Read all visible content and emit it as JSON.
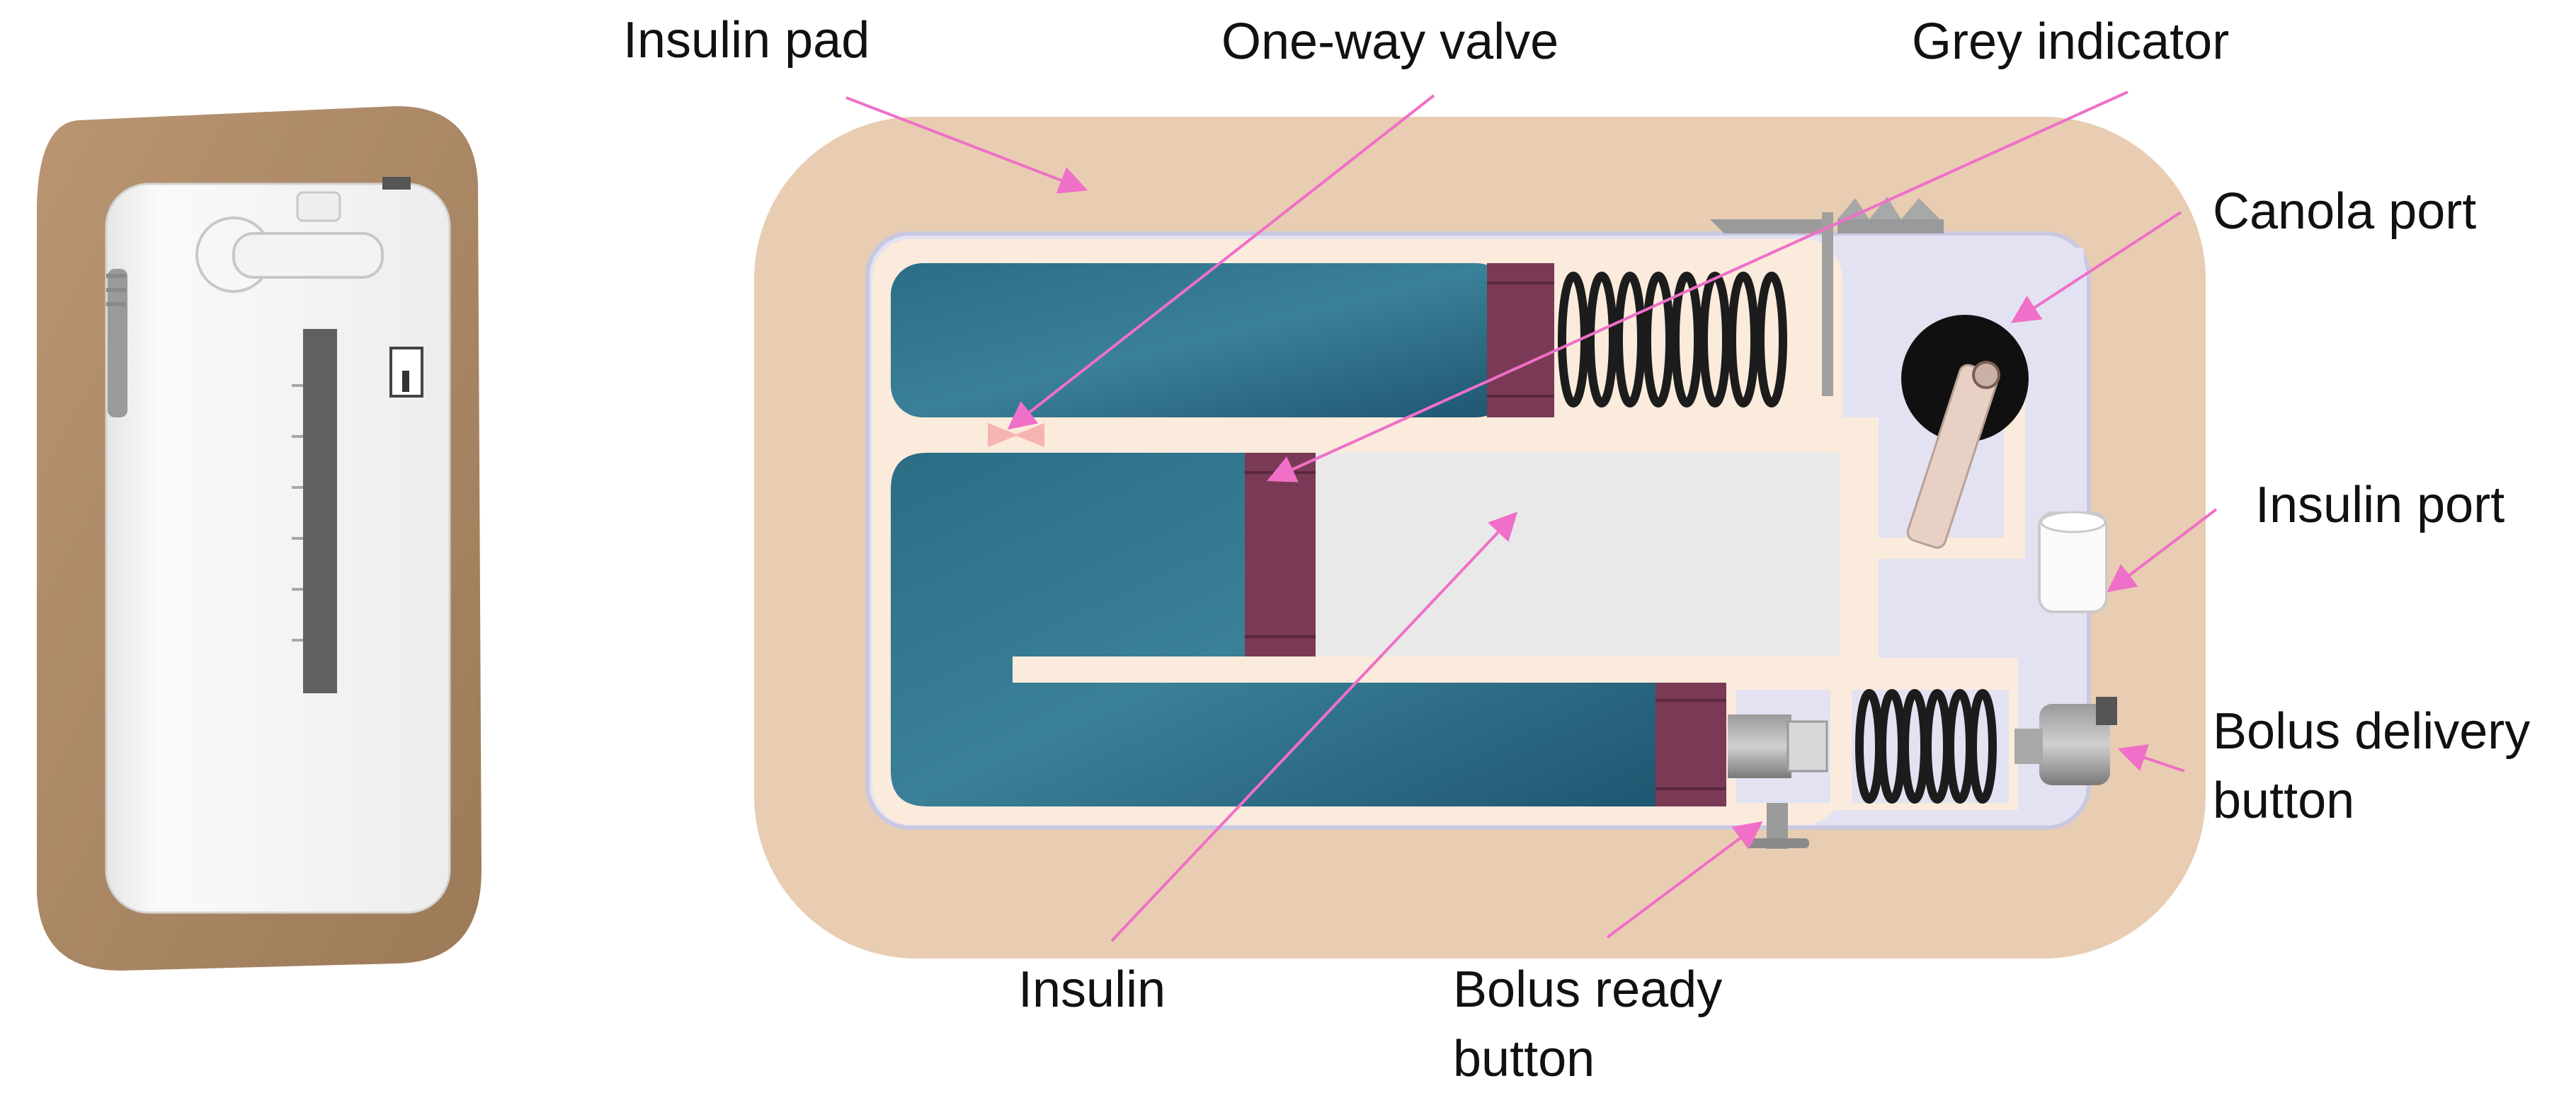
{
  "labels": {
    "insulin_pad": "Insulin pad",
    "one_way_valve": "One-way valve",
    "grey_indicator": "Grey indicator",
    "canola_port": "Canola port",
    "insulin_port": "Insulin port",
    "bolus_delivery_line1": "Bolus delivery",
    "bolus_delivery_line2": "button",
    "insulin": "Insulin",
    "bolus_ready_line1": "Bolus ready",
    "bolus_ready_line2": "button"
  },
  "colors": {
    "pad": "#E8CDB2",
    "pad_dark": "#A88462",
    "insulin_fluid": "#2E6B84",
    "frame": "#FBEBDC",
    "housing": "#E3E2F2",
    "plunger": "#7A3A56",
    "spring": "#1C1C1C",
    "arrow": "#F06FC8",
    "device_body": "#F4F4F4",
    "window": "#606060"
  }
}
